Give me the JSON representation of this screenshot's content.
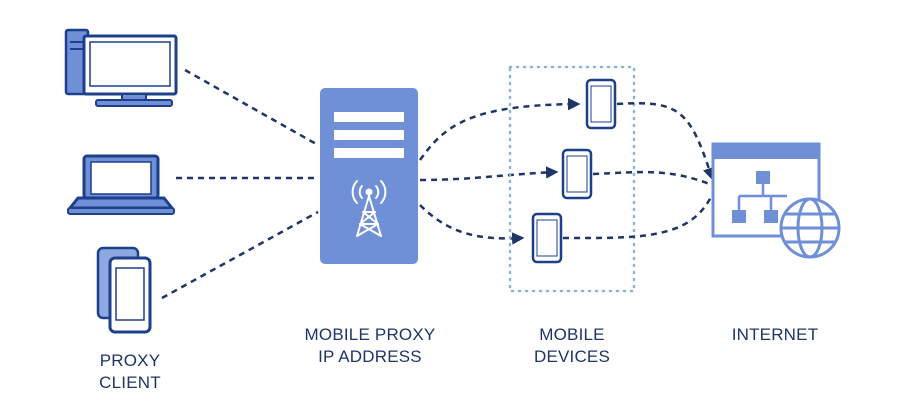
{
  "labels": {
    "proxy_client": [
      "PROXY",
      "CLIENT"
    ],
    "mobile_proxy": [
      "MOBILE PROXY",
      "IP ADDRESS"
    ],
    "mobile_devices": [
      "MOBILE",
      "DEVICES"
    ],
    "internet": "INTERNET"
  },
  "colors": {
    "outline": "#1e3f8a",
    "fill": "#6f8fd6",
    "fill_light": "#8ea8e2",
    "connector": "#1e3566",
    "dotted_box": "#8ab4d0",
    "text": "#1e3566"
  },
  "icons": [
    "desktop-computer-icon",
    "laptop-icon",
    "smartphone-icon",
    "proxy-server-icon",
    "radio-tower-icon",
    "internet-network-icon",
    "globe-icon"
  ]
}
